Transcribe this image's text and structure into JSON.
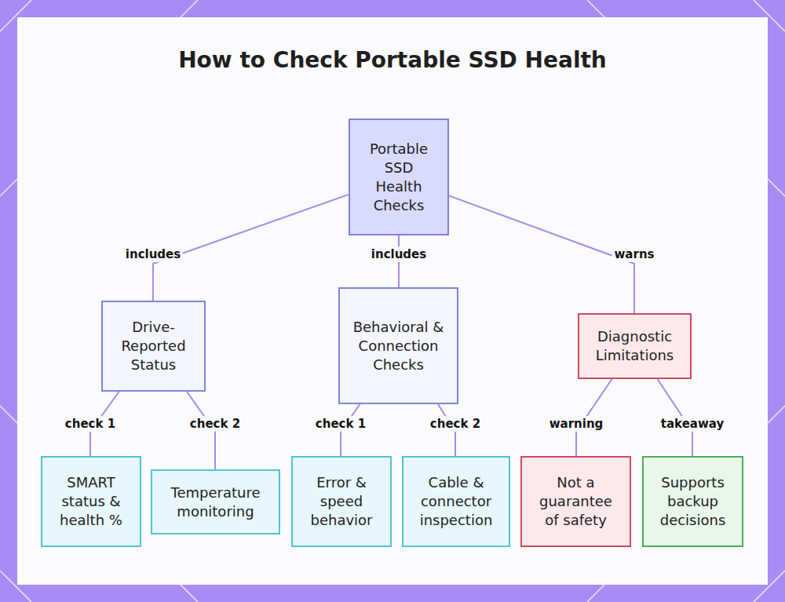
{
  "diagram": {
    "title": "How to Check Portable SSD Health",
    "nodes": [
      {
        "text": [
          "Portable SSD Health Checks"
        ]
      },
      {
        "text": [
          "Drive-Reported Status"
        ]
      },
      {
        "text": [
          "Behavioral & Connection Checks"
        ]
      },
      {
        "text": [
          "Diagnostic Limitations"
        ]
      },
      {
        "text": [
          "SMART status & health %"
        ]
      },
      {
        "text": [
          "Temperature monitoring"
        ]
      },
      {
        "text": [
          "Error & speed behavior"
        ]
      },
      {
        "text": [
          "Cable & connector inspection"
        ]
      },
      {
        "text": [
          "Not a guarantee of safety"
        ]
      },
      {
        "text": [
          "Supports backup decisions"
        ]
      }
    ],
    "edges": [
      {
        "from": 0,
        "to": 1,
        "label": "includes",
        "arrow": "none"
      },
      {
        "from": 0,
        "to": 2,
        "label": "includes",
        "arrow": "none"
      },
      {
        "from": 0,
        "to": 3,
        "label": "warns",
        "arrow": "none"
      },
      {
        "from": 1,
        "to": 4,
        "label": "check 1",
        "arrow": "none"
      },
      {
        "from": 1,
        "to": 5,
        "label": "check 2",
        "arrow": "none"
      },
      {
        "from": 2,
        "to": 6,
        "label": "check 1",
        "arrow": "none"
      },
      {
        "from": 2,
        "to": 7,
        "label": "check 2",
        "arrow": "none"
      },
      {
        "from": 3,
        "to": 8,
        "label": "warning",
        "arrow": "none"
      },
      {
        "from": 3,
        "to": 9,
        "label": "takeaway",
        "arrow": "none"
      }
    ]
  }
}
